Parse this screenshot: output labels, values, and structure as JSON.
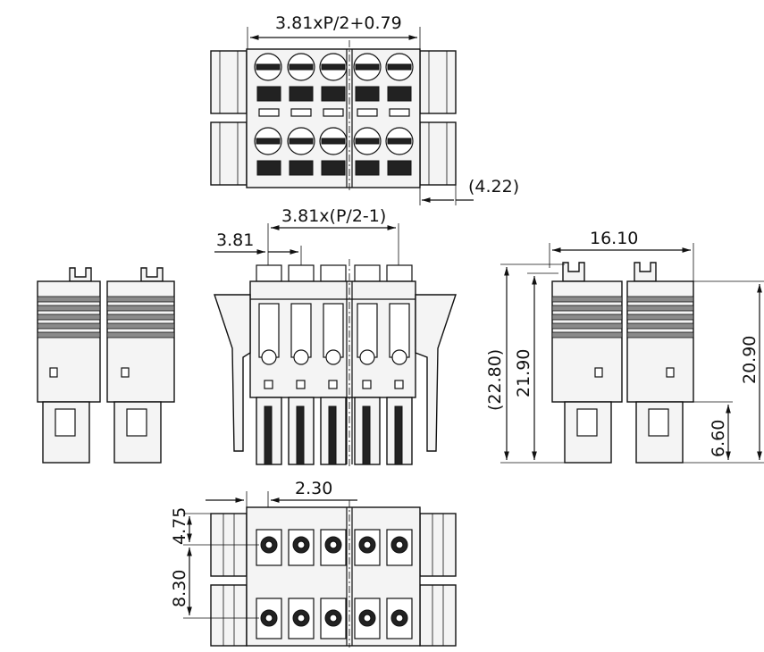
{
  "dimensions": {
    "top_width": "3.81xP/2+0.79",
    "offset": "(4.22)",
    "pitch_label": "3.81",
    "inner_span": "3.81x(P/2-1)",
    "side_width": "16.10",
    "overall_height": "(22.80)",
    "body_height": "21.90",
    "right_height": "20.90",
    "lower_height": "6.60",
    "bottom_pitch": "2.30",
    "bottom_v1": "4.75",
    "bottom_v2": "8.30"
  }
}
